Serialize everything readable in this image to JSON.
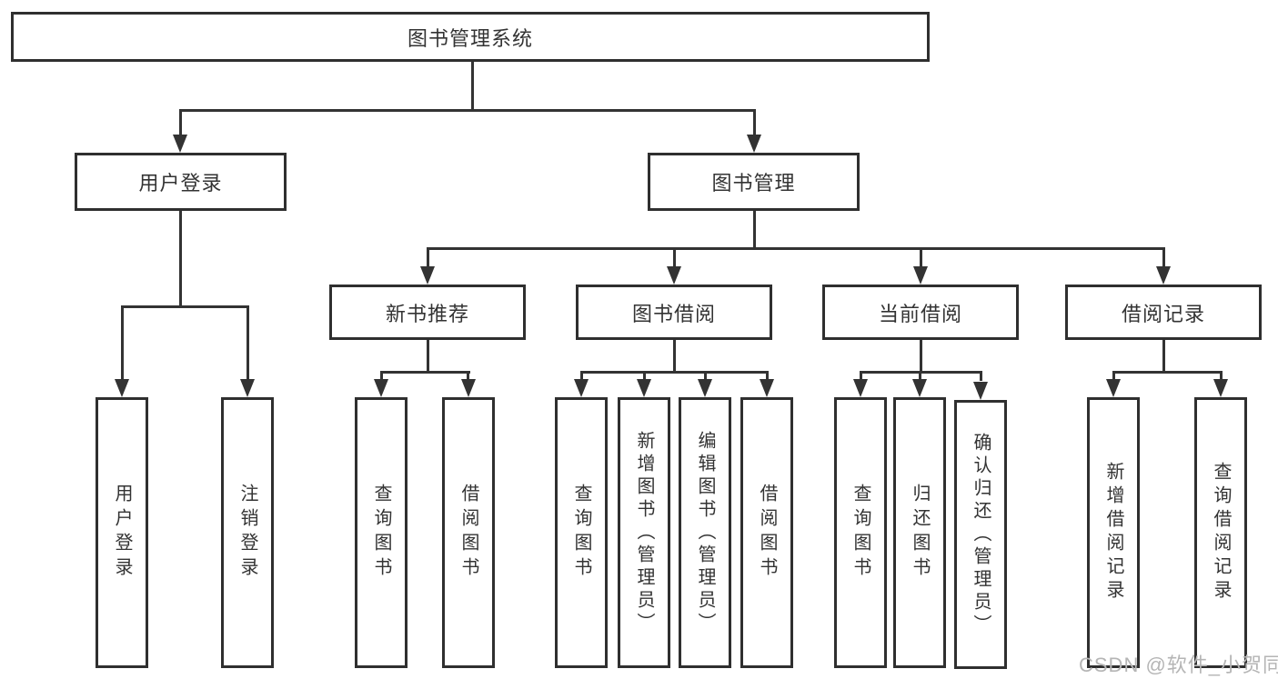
{
  "diagram": {
    "root": {
      "label": "图书管理系统"
    },
    "branches": [
      {
        "label": "用户登录",
        "leaves": [
          "用户登录",
          "注销登录"
        ]
      },
      {
        "label": "图书管理",
        "groups": [
          {
            "label": "新书推荐",
            "leaves": [
              "查询图书",
              "借阅图书"
            ]
          },
          {
            "label": "图书借阅",
            "leaves": [
              "查询图书",
              "新增图书（管理员）",
              "编辑图书（管理员）",
              "借阅图书"
            ]
          },
          {
            "label": "当前借阅",
            "leaves": [
              "查询图书",
              "归还图书",
              "确认归还（管理员）"
            ]
          },
          {
            "label": "借阅记录",
            "leaves": [
              "新增借阅记录",
              "查询借阅记录"
            ]
          }
        ]
      }
    ]
  },
  "watermark": {
    "text": "CSDN @软件_小贺同学"
  },
  "colors": {
    "line": "#333333",
    "box_border": "#2f2f2f",
    "text": "#333333",
    "watermark": "#b5b5b5",
    "background": "#ffffff"
  }
}
